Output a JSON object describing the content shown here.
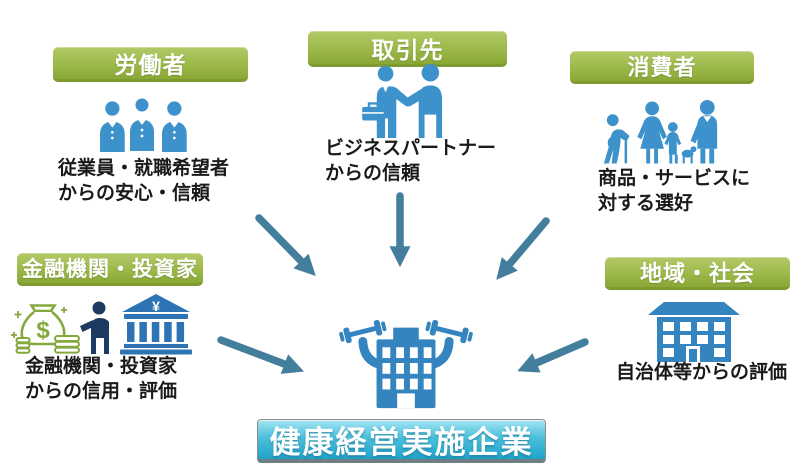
{
  "colors": {
    "tag-green-top": "#b3ca68",
    "tag-green-mid": "#9cb94a",
    "tag-green-bottom": "#8aa836",
    "tag-green-border": "#7d9b31",
    "banner-cyan-top": "#a3e4f1",
    "banner-cyan-mid": "#4cc0dc",
    "banner-cyan-bottom": "#1fa3c9",
    "banner-border": "#8d8d8d",
    "icon-blue": "#3e92cb",
    "deep-blue": "#3484bf",
    "bank-blue": "#2e74b5",
    "navy": "#1d3a60",
    "money-green": "#84a83c",
    "arrow-teal": "#437e9d",
    "text-dark": "#1a1a1a"
  },
  "center": {
    "banner_label": "健康経営実施企業",
    "icon": "company-strength-icon"
  },
  "stakeholders": [
    {
      "id": "workers",
      "tag": "労働者",
      "icon": "workers-icon",
      "lines": [
        "従業員・就職希望者",
        "からの安心・信頼"
      ]
    },
    {
      "id": "business-partners",
      "tag": "取引先",
      "icon": "handshake-icon",
      "lines": [
        "ビジネスパートナー",
        "からの信頼"
      ]
    },
    {
      "id": "consumers",
      "tag": "消費者",
      "icon": "family-icon",
      "lines": [
        "商品・サービスに",
        "対する選好"
      ]
    },
    {
      "id": "financial-investors",
      "tag": "金融機関・投資家",
      "icon": "money-bank-icon",
      "lines": [
        "金融機関・投資家",
        "からの信用・評価"
      ]
    },
    {
      "id": "community",
      "tag": "地域・社会",
      "icon": "town-building-icon",
      "lines": [
        "自治体等からの評価"
      ]
    }
  ],
  "arrows": [
    {
      "from": "workers",
      "to": "center"
    },
    {
      "from": "business-partners",
      "to": "center"
    },
    {
      "from": "consumers",
      "to": "center"
    },
    {
      "from": "financial-investors",
      "to": "center"
    },
    {
      "from": "community",
      "to": "center"
    }
  ]
}
